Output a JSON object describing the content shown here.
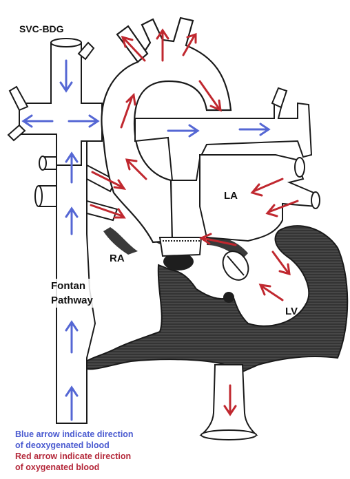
{
  "labels": {
    "svc_bdg": "SVC-BDG",
    "la": "LA",
    "ra": "RA",
    "lv": "LV",
    "fontan_line1": "Fontan",
    "fontan_line2": "Pathway"
  },
  "legend": {
    "blue_line1": "Blue arrow indicate direction",
    "blue_line2": "of deoxygenated blood",
    "red_line1": "Red arrow indicate direction",
    "red_line2": "of oxygenated blood"
  },
  "colors": {
    "deoxygenated_arrow": "#5567d4",
    "oxygenated_arrow": "#c0282f",
    "outline": "#1a1a1a",
    "myocardium": "#3d3d3d"
  }
}
